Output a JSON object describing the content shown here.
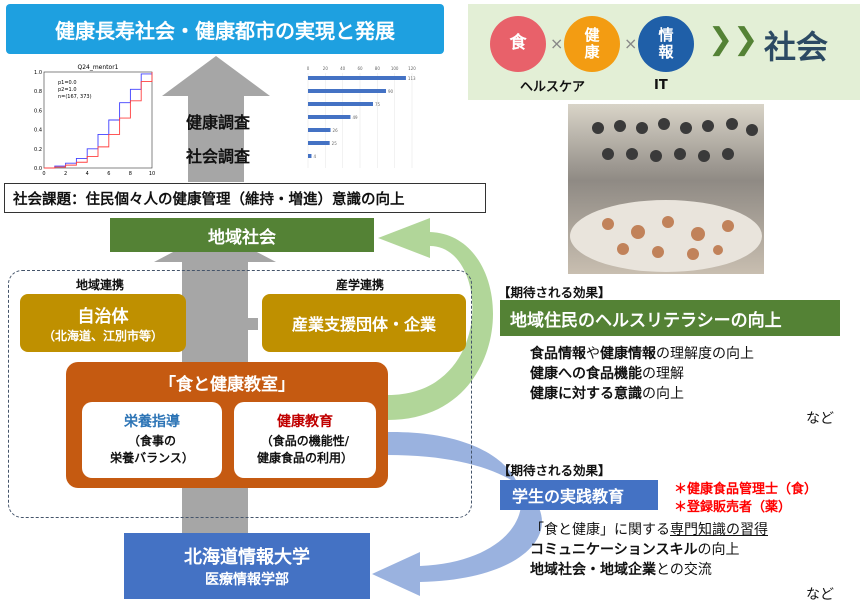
{
  "title": "健康長寿社会・健康都市の実現と発展",
  "concept": {
    "circles": [
      {
        "label": "食",
        "color": "#e8616a"
      },
      {
        "label": "健康",
        "color": "#f39c12"
      },
      {
        "label": "情報",
        "color": "#1f5fa8"
      }
    ],
    "times_symbol": "×",
    "arrow_symbol": "❯❯",
    "result": "社会",
    "sub_labels": [
      "ヘルスケア",
      "IT"
    ]
  },
  "ecdf_chart": {
    "title": "Q24_mentor1",
    "legend": [
      "p1=0.0",
      "p2=1.0",
      "n=(167, 373)"
    ],
    "x_ticks": [
      "0",
      "2",
      "4",
      "6",
      "8",
      "10"
    ],
    "y_ticks": [
      "0.0",
      "0.2",
      "0.4",
      "0.6",
      "0.8",
      "1.0"
    ]
  },
  "survey_labels": [
    "健康調査",
    "社会調査"
  ],
  "chart_data": [
    {
      "type": "line",
      "title": "Q24_mentor1",
      "xlim": [
        0,
        10
      ],
      "ylim": [
        0,
        1
      ],
      "series": [
        {
          "name": "p1=0.0",
          "color": "#4040ff",
          "x": [
            0,
            1,
            2,
            3,
            4,
            5,
            6,
            7,
            8,
            9,
            10
          ],
          "y": [
            0,
            0.02,
            0.05,
            0.1,
            0.2,
            0.35,
            0.5,
            0.68,
            0.82,
            0.98,
            1.0
          ]
        },
        {
          "name": "p2=1.0",
          "color": "#ff4040",
          "x": [
            0,
            1,
            2,
            3,
            4,
            5,
            6,
            7,
            8,
            9,
            10
          ],
          "y": [
            0,
            0.01,
            0.03,
            0.06,
            0.12,
            0.22,
            0.35,
            0.52,
            0.7,
            0.9,
            1.0
          ]
        }
      ]
    },
    {
      "type": "bar",
      "orientation": "horizontal",
      "xlim": [
        0,
        120
      ],
      "x_ticks": [
        "0",
        "20",
        "40",
        "60",
        "80",
        "100",
        "120"
      ],
      "values": [
        113,
        90,
        75,
        49,
        26,
        25,
        4
      ]
    }
  ],
  "issue": "社会課題：住民個々人の健康管理（維持・増進）意識の向上",
  "region": "地域社会",
  "partners": {
    "left_label": "地域連携",
    "right_label": "産学連携",
    "gov_title": "自治体",
    "gov_sub": "（北海道、江別市等）",
    "industry": "産業支援団体・企業"
  },
  "classroom": {
    "title": "「食と健康教室」",
    "nutrition_title": "栄養指導",
    "nutrition_sub1": "（食事の",
    "nutrition_sub2": "栄養バランス）",
    "education_title": "健康教育",
    "education_sub1": "（食品の機能性/",
    "education_sub2": "健康食品の利用）"
  },
  "university": {
    "name": "北海道情報大学",
    "dept": "医療情報学部"
  },
  "effect1": {
    "label": "【期待される効果】",
    "headline": "地域住民のヘルスリテラシーの向上",
    "l1a": "食品情報",
    "l1b": "や",
    "l1c": "健康情報",
    "l1d": "の理解度の向上",
    "l2a": "健康への食品機能",
    "l2b": "の理解",
    "l3a": "健康に対する意識",
    "l3b": "の向上",
    "etc": "など"
  },
  "effect2": {
    "label": "【期待される効果】",
    "headline": "学生の実践教育",
    "note1": "＊健康食品管理士（食）",
    "note2": "＊登録販売者（薬）",
    "l1a": "「食と健康」に関する",
    "l1b": "専門知識の習得",
    "l2a": "コミュニケーションスキル",
    "l2b": "の向上",
    "l3a": "地域社会・地域企業",
    "l3b": "との交流",
    "etc": "など"
  }
}
